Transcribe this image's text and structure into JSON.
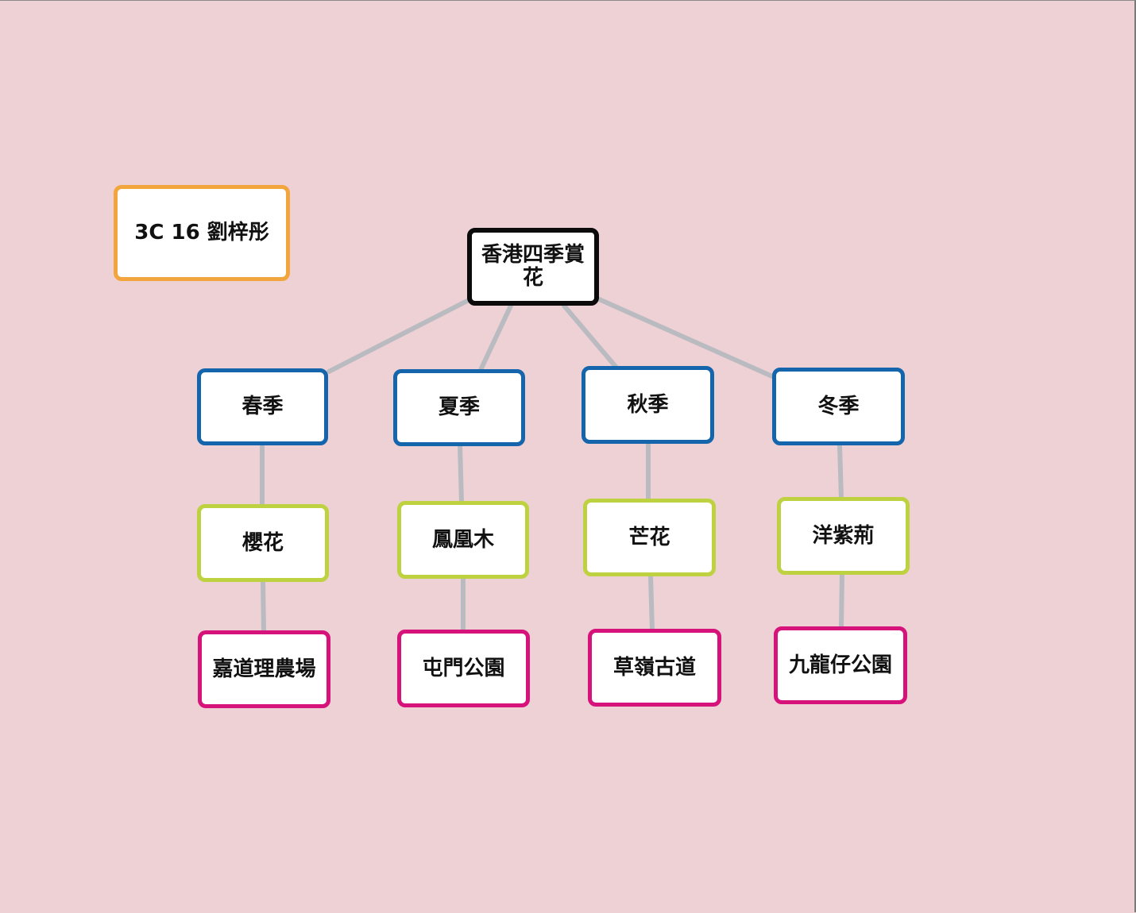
{
  "author_label": "3C 16 劉梓彤",
  "root": {
    "label": "香港四季賞花"
  },
  "seasons": [
    {
      "label": "春季",
      "flower": "櫻花",
      "place": "嘉道理農場"
    },
    {
      "label": "夏季",
      "flower": "鳳凰木",
      "place": "屯門公園"
    },
    {
      "label": "秋季",
      "flower": "芒花",
      "place": "草嶺古道"
    },
    {
      "label": "冬季",
      "flower": "洋紫荊",
      "place": "九龍仔公園"
    }
  ],
  "colors": {
    "background": "#eed1d4",
    "author_border": "#f3a53d",
    "root_border": "#0b0b0b",
    "season_border": "#1565ad",
    "flower_border": "#bed140",
    "place_border": "#d6127b",
    "connector": "#b9bbc1"
  }
}
